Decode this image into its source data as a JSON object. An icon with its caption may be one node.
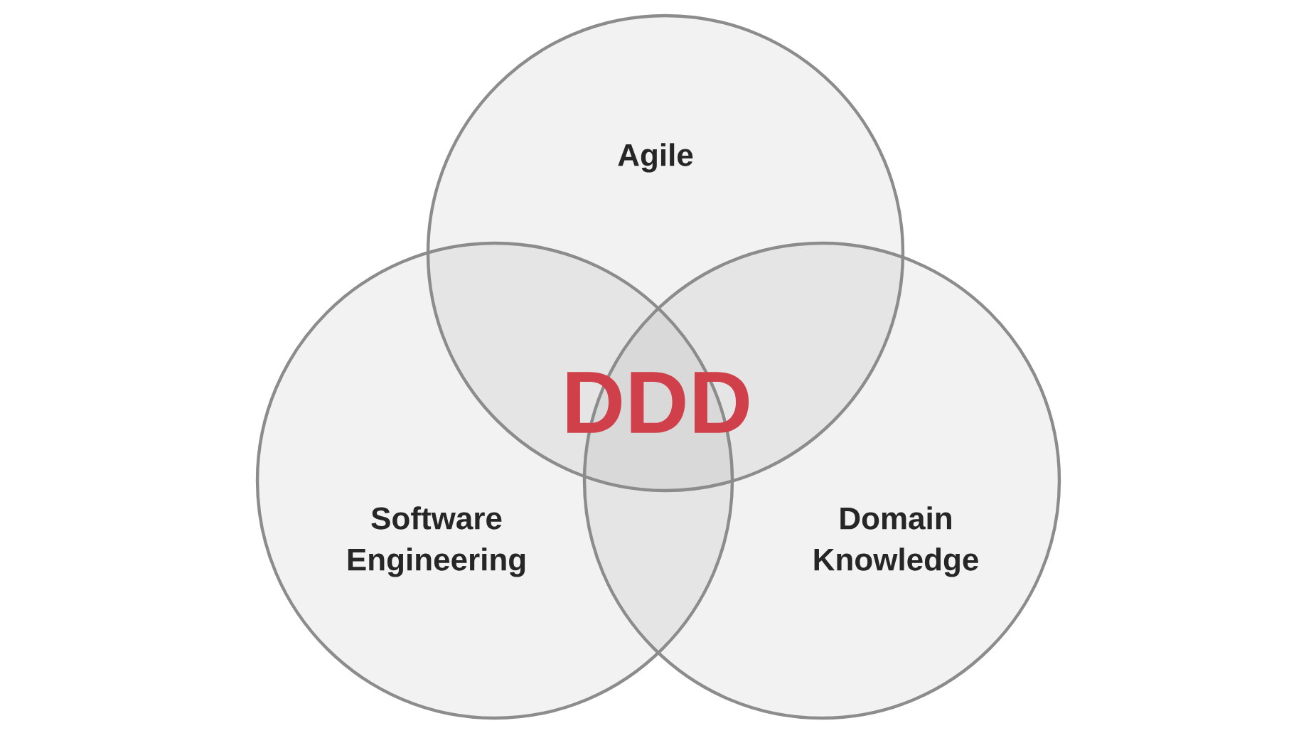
{
  "diagram": {
    "nodes": [
      {
        "text": [
          "Agile"
        ]
      },
      {
        "text": [
          "Software Engineering"
        ]
      },
      {
        "text": [
          "Domain Knowledge"
        ]
      }
    ],
    "labels": [
      "DDD"
    ]
  }
}
